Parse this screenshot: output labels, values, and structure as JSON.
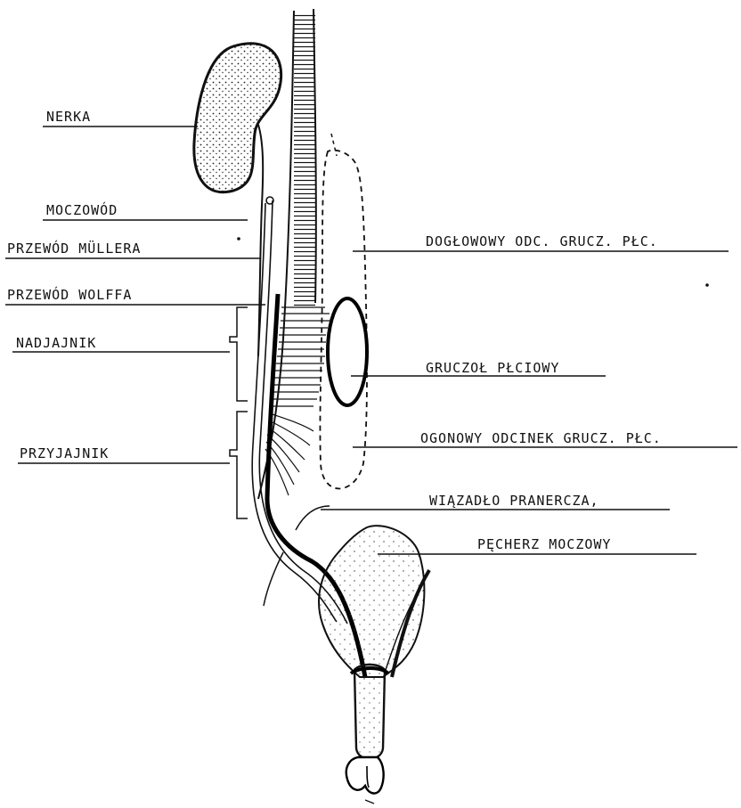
{
  "labels": {
    "nerka": "NERKA",
    "moczowod": "MOCZOWÓD",
    "przewod_mullera": "PRZEWÓD MÜLLERA",
    "przewod_wolffa": "PRZEWÓD WOLFFA",
    "nadjajnik": "NADJAJNIK",
    "przyjajnik": "PRZYJAJNIK",
    "doglowowy": "DOGŁOWOWY ODC. GRUCZ. PŁC.",
    "gruczol": "GRUCZOŁ PŁCIOWY",
    "ogonowy": "OGONOWY ODCINEK GRUCZ. PŁC.",
    "wiazadlo": "WIĄZADŁO PRANERCZA,",
    "pecherz": "PĘCHERZ MOCZOWY"
  }
}
